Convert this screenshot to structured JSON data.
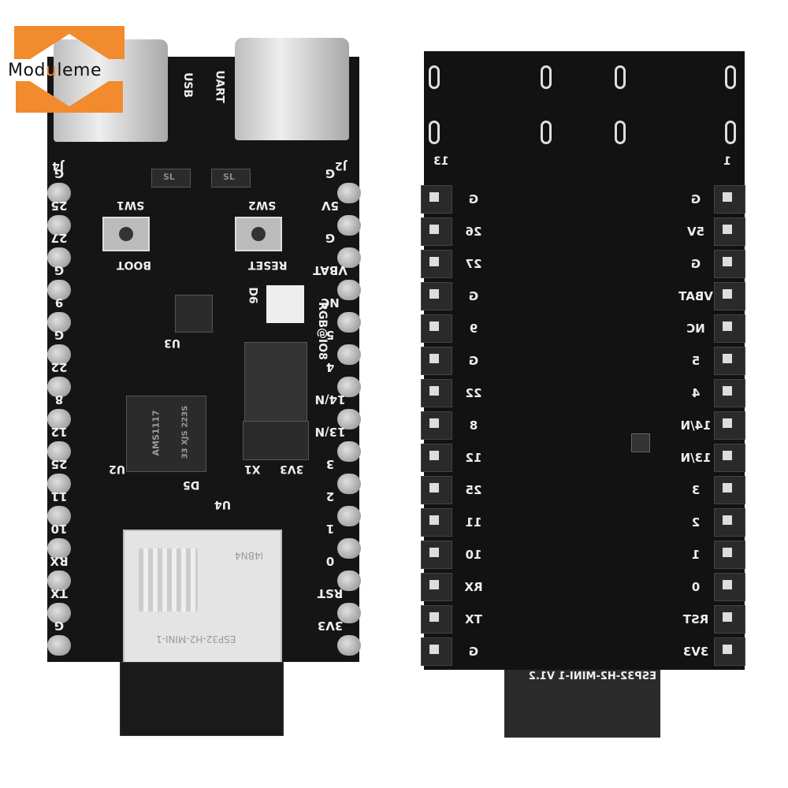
{
  "logo": {
    "text": "Moduleme",
    "highlight": "u",
    "color": "#f28a2e"
  },
  "front": {
    "connectors": {
      "usb": "USB",
      "uart": "UART",
      "j4": "J4",
      "j2": "J2"
    },
    "switches": {
      "sw1": "SW1",
      "sw2": "SW2",
      "boot": "BOOT",
      "reset": "RESET"
    },
    "silkscreen": {
      "u3": "U3",
      "u2": "U2",
      "d6": "D6",
      "d5": "D5",
      "rgb": "RGB@IO8",
      "x1": "X1",
      "v33": "3V3",
      "u4": "U4",
      "diode1": "SL",
      "diode2": "SL"
    },
    "regulator": {
      "line1": "AMS1117",
      "line2": "33 XJS 223S"
    },
    "module": {
      "name": "ESP32-H2-MINI-1",
      "code": "I4BN4"
    },
    "left_pins": [
      "G",
      "25",
      "27",
      "G",
      "9",
      "G",
      "22",
      "8",
      "12",
      "25",
      "11",
      "10",
      "RX",
      "TX",
      "G"
    ],
    "right_pins": [
      "G",
      "5V",
      "G",
      "VBAT",
      "NC",
      "5",
      "4",
      "14/N",
      "13/N",
      "3",
      "2",
      "1",
      "0",
      "RST",
      "3V3"
    ]
  },
  "back": {
    "corner_left": "13",
    "corner_right": "1",
    "left_pins": [
      "G",
      "26",
      "27",
      "G",
      "9",
      "G",
      "22",
      "8",
      "12",
      "25",
      "11",
      "10",
      "RX",
      "TX",
      "G"
    ],
    "right_pins": [
      "G",
      "5V",
      "G",
      "VBAT",
      "NC",
      "5",
      "4",
      "14/N",
      "13/N",
      "3",
      "2",
      "1",
      "0",
      "RST",
      "3V3"
    ],
    "module_label": "ESP32-H2-MINI-1 V1.2"
  }
}
